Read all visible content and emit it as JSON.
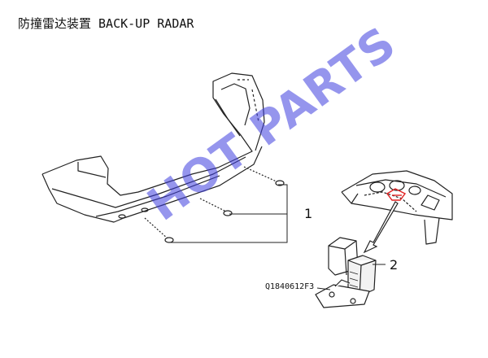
{
  "header": {
    "title": "防撞雷达装置 BACK-UP RADAR"
  },
  "callouts": {
    "sensor": "1",
    "control_unit": "2"
  },
  "part_code": "Q1840612F3",
  "watermark": "HOT PARTS",
  "colors": {
    "line": "#222222",
    "watermark": "#3f3fe0",
    "highlight": "#e02020"
  }
}
